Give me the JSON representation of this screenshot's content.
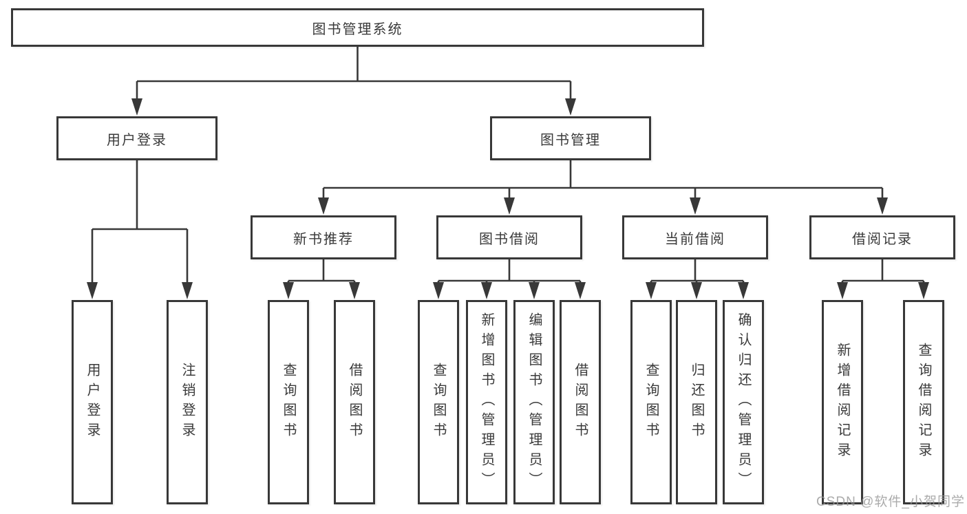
{
  "diagram": {
    "root": {
      "label": "图书管理系统",
      "children": [
        {
          "label": "用户登录",
          "children": [
            {
              "label": "用户登录"
            },
            {
              "label": "注销登录"
            }
          ]
        },
        {
          "label": "图书管理",
          "children": [
            {
              "label": "新书推荐",
              "children": [
                {
                  "label": "查询图书"
                },
                {
                  "label": "借阅图书"
                }
              ]
            },
            {
              "label": "图书借阅",
              "children": [
                {
                  "label": "查询图书"
                },
                {
                  "label": "新增图书（管理员）"
                },
                {
                  "label": "编辑图书（管理员）"
                },
                {
                  "label": "借阅图书"
                }
              ]
            },
            {
              "label": "当前借阅",
              "children": [
                {
                  "label": "查询图书"
                },
                {
                  "label": "归还图书"
                },
                {
                  "label": "确认归还（管理员）"
                }
              ]
            },
            {
              "label": "借阅记录",
              "children": [
                {
                  "label": "新增借阅记录"
                },
                {
                  "label": "查询借阅记录"
                }
              ]
            }
          ]
        }
      ]
    },
    "line_color": "#383838",
    "text_color": "#3a3a3a"
  },
  "watermark": {
    "text": "CSDN @软件_小贺同学",
    "color": "#969696"
  }
}
